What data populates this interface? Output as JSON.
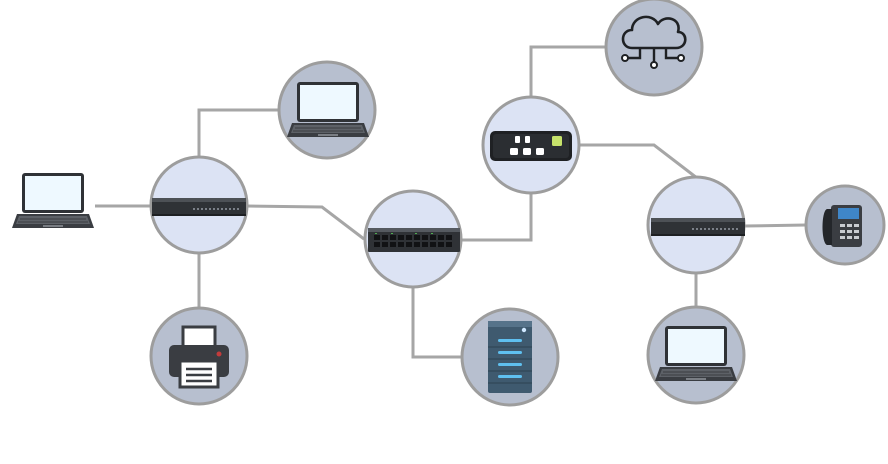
{
  "diagram": {
    "type": "network-topology",
    "colors": {
      "link": "#a6a6a6",
      "node_fill_light": "#dce3f4",
      "node_fill_dark": "#b7bfcf",
      "node_border": "#9d9d9d",
      "screen": "#eef9ff",
      "device_dark": "#2f3236"
    },
    "nodes": [
      {
        "id": "laptop-left",
        "icon": "laptop-icon",
        "style": "plain"
      },
      {
        "id": "switch-left",
        "icon": "network-switch-icon",
        "style": "light"
      },
      {
        "id": "laptop-top",
        "icon": "laptop-icon",
        "style": "dark"
      },
      {
        "id": "printer",
        "icon": "printer-icon",
        "style": "dark"
      },
      {
        "id": "switch-center",
        "icon": "network-switch-icon",
        "style": "light"
      },
      {
        "id": "server",
        "icon": "server-icon",
        "style": "dark"
      },
      {
        "id": "router",
        "icon": "router-icon",
        "style": "light"
      },
      {
        "id": "cloud",
        "icon": "cloud-icon",
        "style": "dark"
      },
      {
        "id": "switch-right",
        "icon": "network-switch-icon",
        "style": "light"
      },
      {
        "id": "ip-phone",
        "icon": "phone-icon",
        "style": "dark"
      },
      {
        "id": "laptop-bottom-right",
        "icon": "laptop-icon",
        "style": "dark"
      }
    ],
    "links": [
      {
        "from": "laptop-left",
        "to": "switch-left"
      },
      {
        "from": "switch-left",
        "to": "laptop-top"
      },
      {
        "from": "switch-left",
        "to": "printer"
      },
      {
        "from": "switch-left",
        "to": "switch-center"
      },
      {
        "from": "switch-center",
        "to": "server"
      },
      {
        "from": "switch-center",
        "to": "router"
      },
      {
        "from": "router",
        "to": "cloud"
      },
      {
        "from": "router",
        "to": "switch-right"
      },
      {
        "from": "switch-right",
        "to": "ip-phone"
      },
      {
        "from": "switch-right",
        "to": "laptop-bottom-right"
      }
    ]
  }
}
